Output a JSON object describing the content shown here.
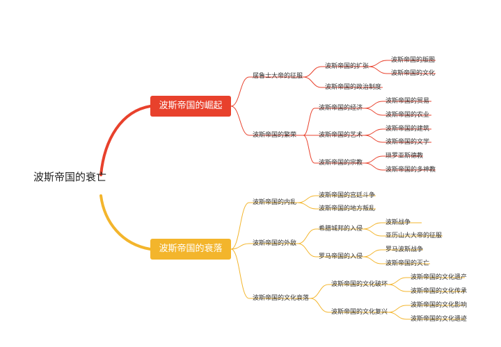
{
  "title": "波斯帝国的衰亡",
  "colors": {
    "rise": "#e8412c",
    "fall": "#f3b52c"
  },
  "branches": [
    {
      "label": "波斯帝国的崛起",
      "children": [
        {
          "label": "居鲁士大帝的征服",
          "children": [
            {
              "label": "波斯帝国的扩张",
              "children": [
                "波斯帝国的版图",
                "波斯帝国的文化"
              ]
            },
            {
              "label": "波斯帝国的政治制度"
            }
          ]
        },
        {
          "label": "波斯帝国的繁荣",
          "children": [
            {
              "label": "波斯帝国的经济",
              "children": [
                "波斯帝国的贸易",
                "波斯帝国的农业"
              ]
            },
            {
              "label": "波斯帝国的艺术",
              "children": [
                "波斯帝国的建筑",
                "波斯帝国的文学"
              ]
            },
            {
              "label": "波斯帝国的宗教",
              "children": [
                "琐罗亚斯德教",
                "波斯帝国的多神教"
              ]
            }
          ]
        }
      ]
    },
    {
      "label": "波斯帝国的衰落",
      "children": [
        {
          "label": "波斯帝国的内乱",
          "children": [
            {
              "label": "波斯帝国的宫廷斗争"
            },
            {
              "label": "波斯帝国的地方叛乱"
            }
          ]
        },
        {
          "label": "波斯帝国的外敌",
          "children": [
            {
              "label": "希腊城邦的入侵",
              "children": [
                "波斯战争",
                "亚历山大大帝的征服"
              ]
            },
            {
              "label": "罗马帝国的入侵",
              "children": [
                "罗马波斯战争",
                "波斯帝国的灭亡"
              ]
            }
          ]
        },
        {
          "label": "波斯帝国的文化衰落",
          "children": [
            {
              "label": "波斯帝国的文化破坏",
              "children": [
                "波斯帝国的文化遗产",
                "波斯帝国的文化传承"
              ]
            },
            {
              "label": "波斯帝国的文化复兴",
              "children": [
                "波斯帝国的文化影响",
                "波斯帝国的文化遗迹"
              ]
            }
          ]
        }
      ]
    }
  ]
}
